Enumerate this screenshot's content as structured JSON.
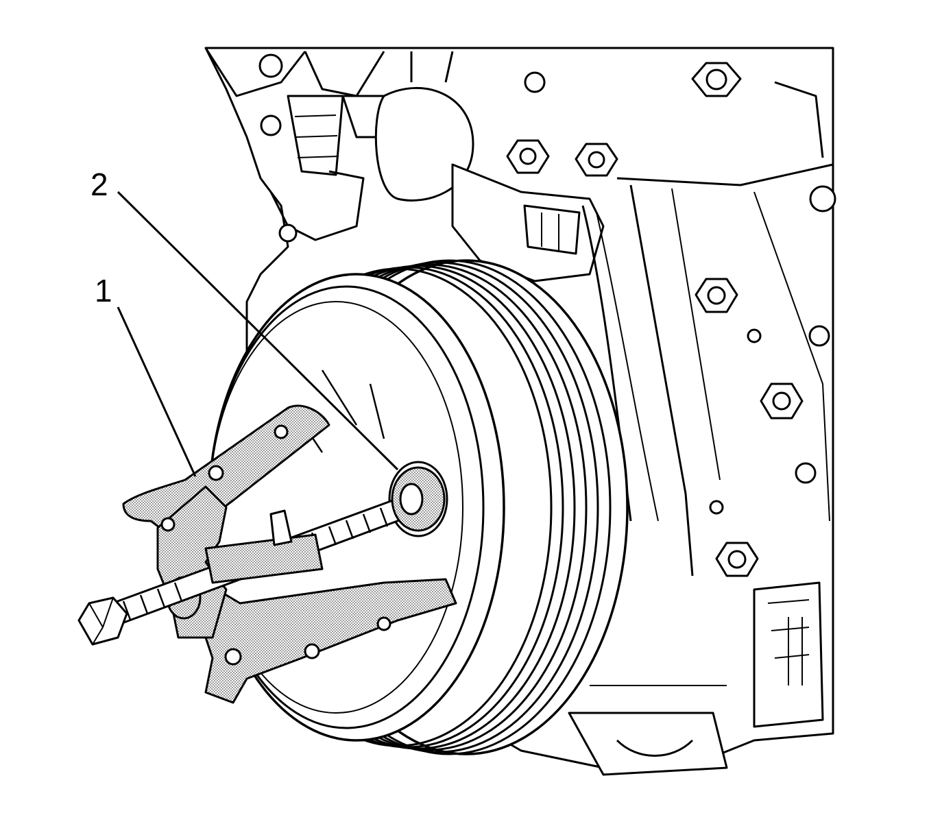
{
  "figure": {
    "callouts": [
      {
        "number": "1",
        "part": "puller-tool"
      },
      {
        "number": "2",
        "part": "puller-center-adapter"
      }
    ]
  },
  "colors": {
    "ink": "#000000",
    "paper": "#ffffff",
    "tool_fill": "#c6c6c6"
  }
}
